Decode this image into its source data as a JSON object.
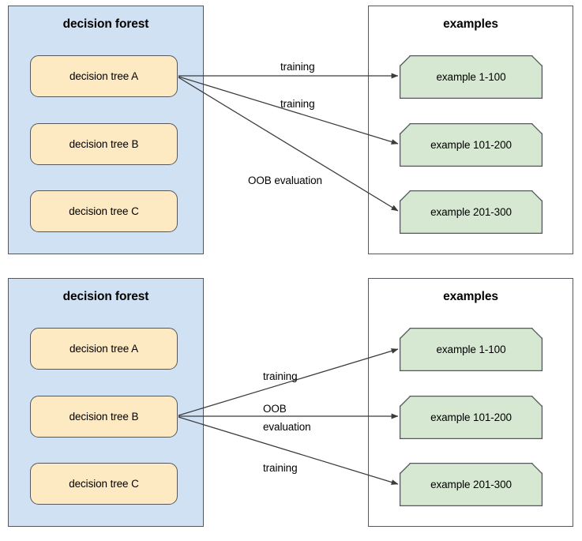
{
  "meta": {
    "diagram_type": "flow-diagram",
    "title": "Out-of-bag (OOB) evaluation of decision forest trees",
    "colors": {
      "forest_fill": "#cfe1f3",
      "tree_fill": "#fde9c2",
      "example_fill": "#d6e8d2",
      "border": "#55575c",
      "arrow": "#3b3b3b",
      "text": "#000000",
      "canvas": "#ffffff"
    }
  },
  "diagrams": [
    {
      "id": "diagram-1",
      "forest": {
        "title": "decision forest",
        "trees": [
          {
            "label": "decision tree A",
            "highlighted": true
          },
          {
            "label": "decision tree B",
            "highlighted": false
          },
          {
            "label": "decision tree C",
            "highlighted": false
          }
        ]
      },
      "examples": {
        "title": "examples",
        "items": [
          {
            "label": "example 1-100"
          },
          {
            "label": "example 101-200"
          },
          {
            "label": "example 201-300"
          }
        ]
      },
      "edges": [
        {
          "from": "decision tree A",
          "to": "example 1-100",
          "label": "training",
          "kind": "training"
        },
        {
          "from": "decision tree A",
          "to": "example 101-200",
          "label": "training",
          "kind": "training"
        },
        {
          "from": "decision tree A",
          "to": "example 201-300",
          "label": "OOB evaluation",
          "kind": "oob"
        }
      ]
    },
    {
      "id": "diagram-2",
      "forest": {
        "title": "decision forest",
        "trees": [
          {
            "label": "decision tree A",
            "highlighted": false
          },
          {
            "label": "decision tree B",
            "highlighted": true
          },
          {
            "label": "decision tree C",
            "highlighted": false
          }
        ]
      },
      "examples": {
        "title": "examples",
        "items": [
          {
            "label": "example 1-100"
          },
          {
            "label": "example 101-200"
          },
          {
            "label": "example 201-300"
          }
        ]
      },
      "edges": [
        {
          "from": "decision tree B",
          "to": "example 1-100",
          "label": "training",
          "kind": "training"
        },
        {
          "from": "decision tree B",
          "to": "example 101-200",
          "label_line_1": "OOB",
          "label_line_2": "evaluation",
          "label": "OOB evaluation",
          "kind": "oob"
        },
        {
          "from": "decision tree B",
          "to": "example 201-300",
          "label": "training",
          "kind": "training"
        }
      ]
    }
  ]
}
